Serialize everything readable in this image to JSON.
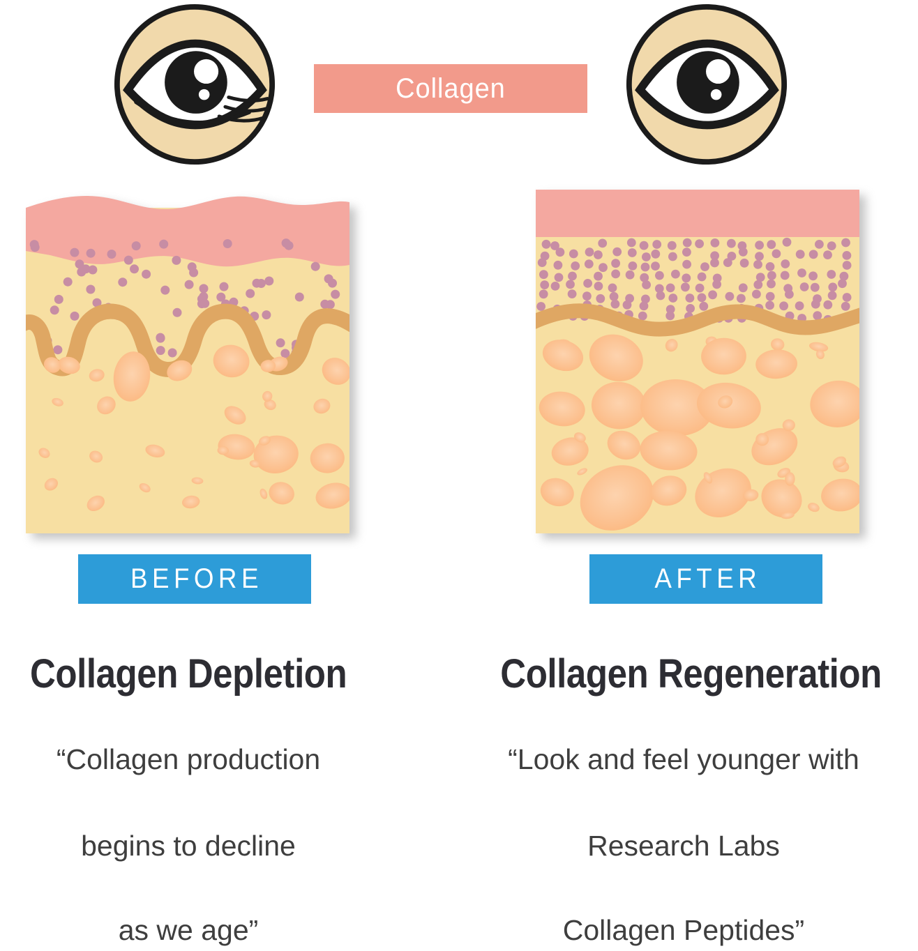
{
  "header": {
    "banner_label": "Collagen"
  },
  "before": {
    "badge_label": "BEFORE",
    "heading": "Collagen Depletion",
    "quote_lines": [
      "“Collagen production",
      "begins to decline",
      "as we age”"
    ]
  },
  "after": {
    "badge_label": "AFTER",
    "heading": "Collagen Regeneration",
    "quote_lines": [
      "“Look and feel younger with",
      "Research Labs",
      "Collagen Peptides”"
    ]
  },
  "colors": {
    "badge_blue": "#2d9cd8",
    "banner_salmon": "#f29a8b",
    "epidermis_pink": "#f4a8a0",
    "dermis_tan": "#f7dfa2",
    "dot_mauve": "#c78da4",
    "band_brown": "#dfa763",
    "blob_edge": "#fbb275",
    "blob_center": "#fdd3ae",
    "eye_skin": "#f1d9ab",
    "ink": "#1b1b1b",
    "heading_text": "#2d2d33",
    "quote_text": "#3e3e3e"
  }
}
